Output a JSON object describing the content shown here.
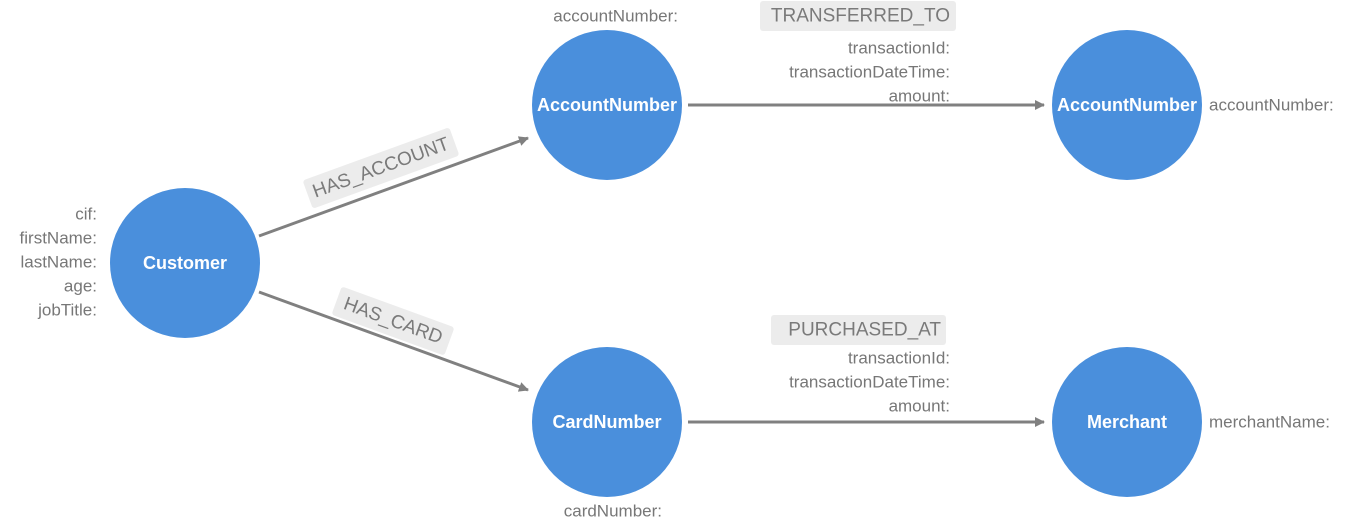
{
  "colors": {
    "node_fill": "#4a8fdc",
    "edge": "#808080",
    "label_bg": "#ececec",
    "text": "#777777"
  },
  "nodes": {
    "customer": {
      "label": "Customer",
      "props": [
        "cif:",
        "firstName:",
        "lastName:",
        "age:",
        "jobTitle:"
      ]
    },
    "account_source": {
      "label": "AccountNumber",
      "props": [
        "accountNumber:"
      ]
    },
    "account_target": {
      "label": "AccountNumber",
      "props": [
        "accountNumber:"
      ]
    },
    "card": {
      "label": "CardNumber",
      "props": [
        "cardNumber:"
      ]
    },
    "merchant": {
      "label": "Merchant",
      "props": [
        "merchantName:"
      ]
    }
  },
  "relationships": {
    "has_account": {
      "type": "HAS_ACCOUNT",
      "props": []
    },
    "has_card": {
      "type": "HAS_CARD",
      "props": []
    },
    "transferred_to": {
      "type": "TRANSFERRED_TO",
      "props": [
        "transactionId:",
        "transactionDateTime:",
        "amount:"
      ]
    },
    "purchased_at": {
      "type": "PURCHASED_AT",
      "props": [
        "transactionId:",
        "transactionDateTime:",
        "amount:"
      ]
    }
  }
}
